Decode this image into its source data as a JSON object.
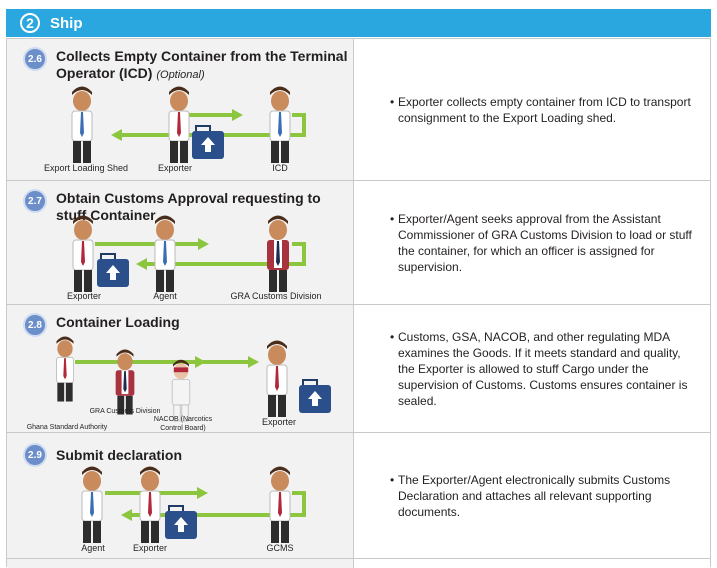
{
  "header": {
    "number": "2",
    "title": "Ship"
  },
  "steps": [
    {
      "number": "2.6",
      "title": "Collects Empty  Container from the Terminal Operator (ICD)",
      "optional": "(Optional)",
      "labels": [
        "Export Loading Shed",
        "Exporter",
        "ICD"
      ],
      "description": "Exporter collects empty container from ICD to transport consignment to the Export Loading shed."
    },
    {
      "number": "2.7",
      "title": "Obtain Customs Approval requesting to stuff Container",
      "labels": [
        "Exporter",
        "Agent",
        "GRA Customs Division"
      ],
      "description": "Exporter/Agent seeks approval from the Assistant Commissioner of GRA Customs Division to load or stuff the container, for which an officer is assigned for supervision."
    },
    {
      "number": "2.8",
      "title": "Container  Loading",
      "labels": [
        "Ghana Standard Authority",
        "GRA Customs Division",
        "NACOB (Narcotics Control Board)",
        "Exporter"
      ],
      "description": "Customs, GSA, NACOB, and other regulating MDA examines the Goods. If it meets standard and quality, the Exporter is allowed to stuff Cargo under the supervision of Customs. Customs ensures container is sealed."
    },
    {
      "number": "2.9",
      "title": "Submit declaration",
      "labels": [
        "Agent",
        "Exporter",
        "GCMS"
      ],
      "description": "The Exporter/Agent electronically submits Customs Declaration and attaches all relevant supporting documents."
    }
  ],
  "bullet": "•",
  "colors": {
    "header": "#2aa7df",
    "badge": "#6d8fc9",
    "arrow": "#8cc63f",
    "briefcase": "#2b4f8a",
    "skin": "#c98a5c",
    "hair": "#4a2c1a"
  }
}
